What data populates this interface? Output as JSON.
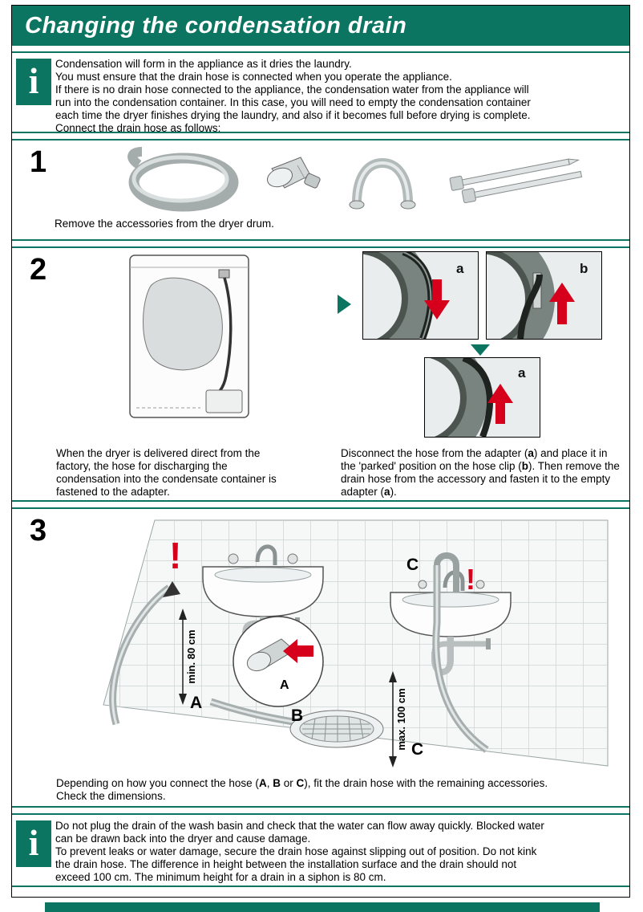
{
  "colors": {
    "green": "#0B7561",
    "red": "#D6001C"
  },
  "title": "Changing the condensation drain",
  "info_top": {
    "icon": "i",
    "lines": [
      "Condensation will form in the appliance as it dries the laundry.",
      "You must ensure that the drain hose is connected when you operate the appliance.",
      "If there is no drain hose connected to the appliance, the condensation water from the appliance will",
      "run into the condensation container. In this case, you will need to empty the condensation container",
      "each time the dryer finishes drying the laundry, and also if it becomes full before drying is complete.",
      "Connect the drain hose as follows:"
    ]
  },
  "step1": {
    "number": "1",
    "caption": "Remove the accessories from the dryer drum.",
    "accessories": [
      "drain-hose",
      "adapter",
      "hose-clip",
      "cable-ties"
    ]
  },
  "step2": {
    "number": "2",
    "photo_labels": {
      "a": "a",
      "b": "b",
      "a2": "a"
    },
    "caption_left_lines": [
      "When the dryer is delivered direct from the",
      "factory, the hose for discharging the",
      "condensation into the condensate container is",
      "fastened to the adapter."
    ],
    "caption_right": [
      "Disconnect the hose from the adapter (",
      "a",
      ") and place it in the 'parked' position on the hose clip (",
      "b",
      "). Then remove the drain hose from the accessory and fasten it to the empty adapter (",
      "a",
      ")."
    ]
  },
  "step3": {
    "number": "3",
    "labels": {
      "min": "min. 80 cm",
      "max": "max. 100 cm",
      "exclaim_left": "!",
      "exclaim_right": "!",
      "a_inset": "A",
      "a": "A",
      "b": "B",
      "c_top": "C",
      "c_bottom": "C"
    },
    "caption": [
      "Depending on how you connect the hose (",
      "A",
      ", ",
      "B",
      " or ",
      "C",
      "), fit the drain hose with the remaining accessories.",
      "Check the dimensions."
    ]
  },
  "info_bottom": {
    "icon": "i",
    "lines": [
      "Do not plug the drain of the wash basin and check that the water can flow away quickly. Blocked water",
      "can be drawn back into the dryer and cause damage.",
      "To prevent leaks or water damage, secure the drain hose against slipping out of position. Do not kink",
      "the drain hose. The difference in height between the installation surface and the drain should not",
      "exceed 100 cm. The minimum height for a drain in a siphon is 80 cm."
    ]
  }
}
